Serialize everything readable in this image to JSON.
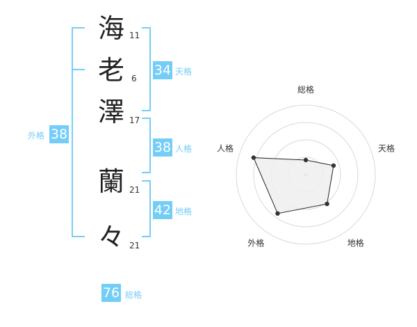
{
  "name": {
    "chars": [
      {
        "char": "海",
        "strokes": "11"
      },
      {
        "char": "老",
        "strokes": "6"
      },
      {
        "char": "澤",
        "strokes": "17"
      },
      {
        "char": "蘭",
        "strokes": "21"
      },
      {
        "char": "々",
        "strokes": "21"
      }
    ]
  },
  "kaku": {
    "tenkaku": {
      "value": "34",
      "label": "天格"
    },
    "jinkaku": {
      "value": "38",
      "label": "人格"
    },
    "chikaku": {
      "value": "42",
      "label": "地格"
    },
    "gaikaku": {
      "value": "38",
      "label": "外格"
    },
    "soukaku": {
      "value": "76",
      "label": "総格"
    }
  },
  "colors": {
    "accent": "#74cdf7",
    "bracket": "#74cdf7",
    "radar_fill": "#eeeeee",
    "radar_line": "#222222"
  },
  "chart_data": {
    "type": "radar",
    "axes": [
      "総格",
      "天格",
      "地格",
      "外格",
      "人格"
    ],
    "values": [
      0.21,
      0.42,
      0.52,
      0.69,
      0.79
    ],
    "value_scale": "relative 0–1 (no printed scale)",
    "rings": 4,
    "grid": true
  }
}
